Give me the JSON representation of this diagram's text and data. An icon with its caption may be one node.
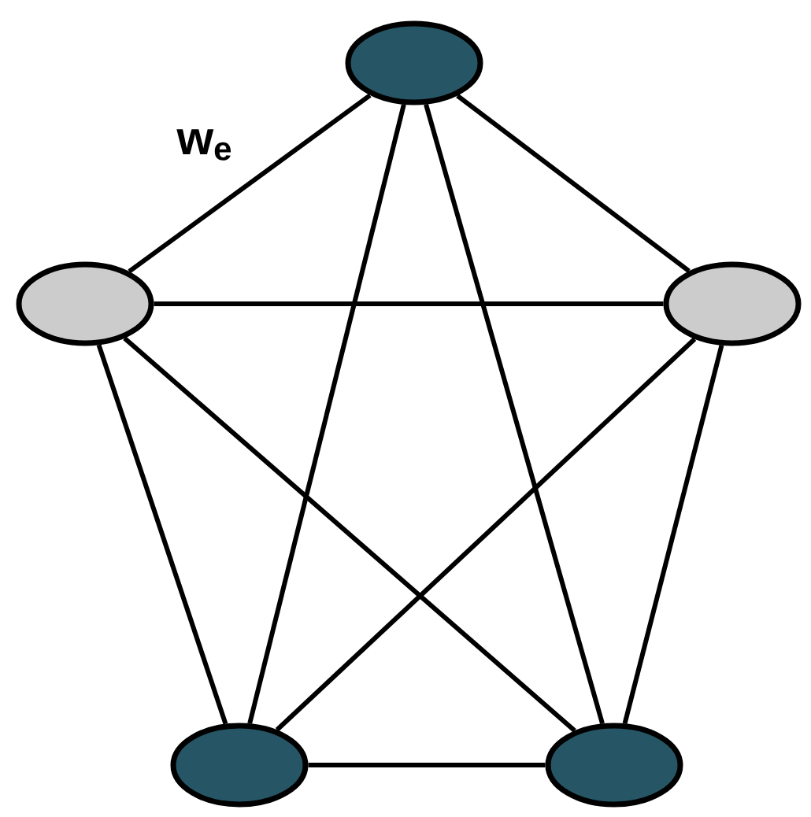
{
  "diagram": {
    "nodes": [
      {
        "text": [],
        "shape": "ellipse"
      },
      {
        "text": [],
        "shape": "ellipse"
      },
      {
        "text": [],
        "shape": "ellipse"
      },
      {
        "text": [],
        "shape": "ellipse"
      },
      {
        "text": [],
        "shape": "ellipse"
      }
    ],
    "edges": [
      {
        "from": 0,
        "to": 1,
        "arrow": "none"
      },
      {
        "from": 0,
        "to": 2,
        "arrow": "none"
      },
      {
        "from": 0,
        "to": 3,
        "arrow": "none"
      },
      {
        "from": 0,
        "to": 4,
        "arrow": "none"
      },
      {
        "from": 1,
        "to": 2,
        "arrow": "none"
      },
      {
        "from": 1,
        "to": 3,
        "arrow": "none"
      },
      {
        "from": 1,
        "to": 4,
        "arrow": "none"
      },
      {
        "from": 2,
        "to": 3,
        "arrow": "none"
      },
      {
        "from": 2,
        "to": 4,
        "arrow": "none"
      },
      {
        "from": 3,
        "to": 4,
        "arrow": "none"
      }
    ],
    "labels": [
      "w$_{e}$"
    ]
  }
}
